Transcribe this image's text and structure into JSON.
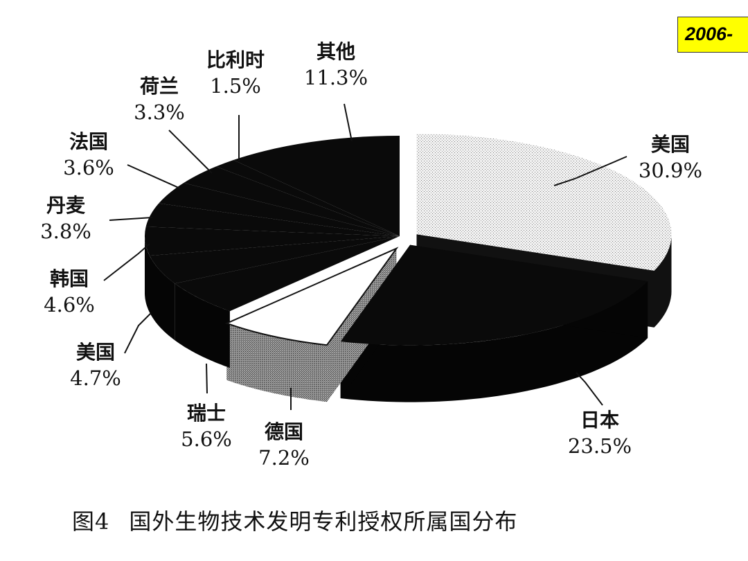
{
  "badge": "2006-",
  "caption": {
    "figure": "图4",
    "title": "国外生物技术发明专利授权所属国分布"
  },
  "chart_data": {
    "type": "pie",
    "style": "3d-exploded",
    "title": "国外生物技术发明专利授权所属国分布",
    "unit": "%",
    "slices": [
      {
        "label": "美国",
        "value": 30.9,
        "value_text": "30.9%",
        "fill": "#e8e8e8"
      },
      {
        "label": "日本",
        "value": 23.5,
        "value_text": "23.5%",
        "fill": "#0a0a0a"
      },
      {
        "label": "德国",
        "value": 7.2,
        "value_text": "7.2%",
        "fill": "#ffffff"
      },
      {
        "label": "瑞士",
        "value": 5.6,
        "value_text": "5.6%",
        "fill": "#0a0a0a"
      },
      {
        "label": "美国",
        "value": 4.7,
        "value_text": "4.7%",
        "fill": "#0a0a0a"
      },
      {
        "label": "韩国",
        "value": 4.6,
        "value_text": "4.6%",
        "fill": "#0a0a0a"
      },
      {
        "label": "丹麦",
        "value": 3.8,
        "value_text": "3.8%",
        "fill": "#0a0a0a"
      },
      {
        "label": "法国",
        "value": 3.6,
        "value_text": "3.6%",
        "fill": "#0a0a0a"
      },
      {
        "label": "荷兰",
        "value": 3.3,
        "value_text": "3.3%",
        "fill": "#0a0a0a"
      },
      {
        "label": "比利时",
        "value": 1.5,
        "value_text": "1.5%",
        "fill": "#0a0a0a"
      },
      {
        "label": "其他",
        "value": 11.3,
        "value_text": "11.3%",
        "fill": "#0a0a0a"
      }
    ]
  }
}
